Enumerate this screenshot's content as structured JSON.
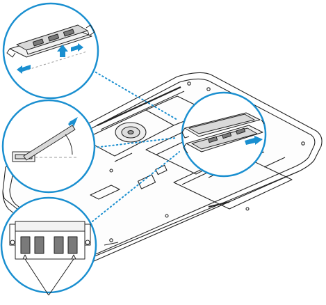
{
  "figure": {
    "alt": "",
    "colors": {
      "callout_ring": "#1a8fd0",
      "leader_dots": "#1a8fd0",
      "arrow": "#1a8fd0",
      "line_art": "#222222",
      "fill_light": "#f2f2f2",
      "fill_mid": "#d9d9d9",
      "fill_dark": "#7a7a7a"
    },
    "callouts": [
      {
        "name": "remove-memory-callout",
        "icon": "memory-lift-arrows"
      },
      {
        "name": "insert-angle-callout",
        "icon": "angle-arc-arrow"
      },
      {
        "name": "memory-notch-callout",
        "icon": "memory-notches"
      },
      {
        "name": "bay-detail-callout",
        "icon": "memory-in-slot-arrow"
      }
    ]
  }
}
